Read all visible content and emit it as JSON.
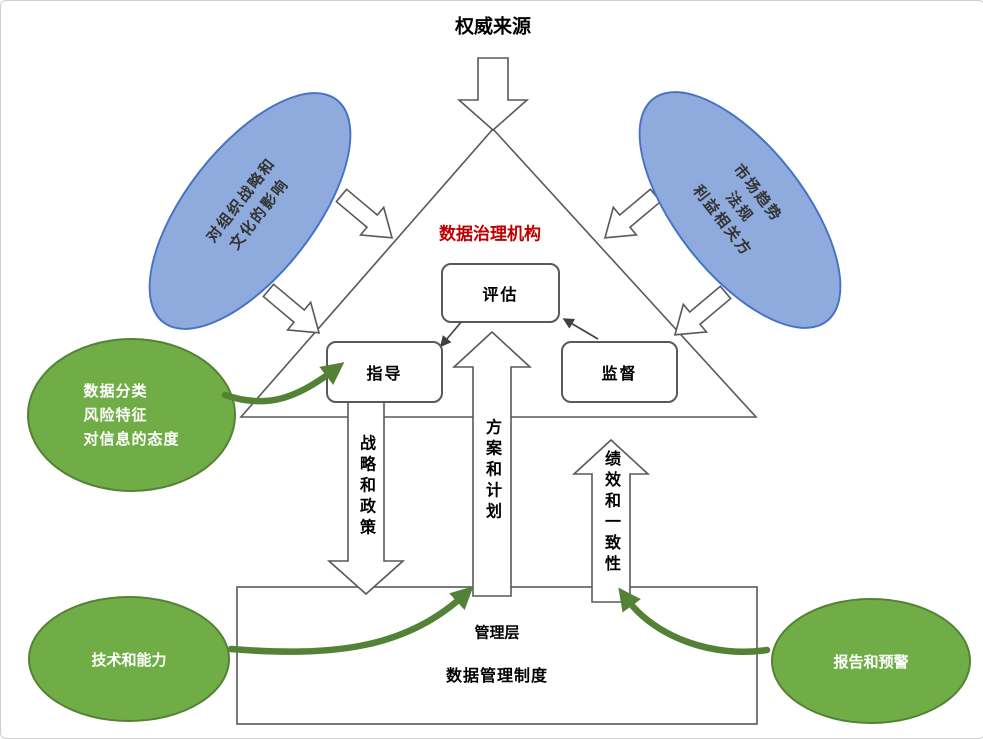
{
  "title": "权威来源",
  "governance": {
    "label": "数据治理机构",
    "evaluate": "评估",
    "guide": "指导",
    "supervise": "监督"
  },
  "flows": {
    "strategy": "战略和政策",
    "plan": "方案和计划",
    "performance": "绩效和一致性"
  },
  "influences": {
    "org_impact": "对组织战略和\n文化的影响",
    "market": "市场趋势\n法规\n利益相关方"
  },
  "inputs": {
    "data_profile": "数据分类\n风险特征\n对信息的态度",
    "tech": "技术和能力",
    "report": "报告和预警"
  },
  "management": {
    "layer": "管理层",
    "system": "数据管理制度"
  },
  "colors": {
    "blue_fill": "#8faadc",
    "blue_border": "#4472c4",
    "green_fill": "#70ad47",
    "green_border": "#548235",
    "arrow_green": "#538135",
    "shape_border": "#595959",
    "red_label": "#c00000"
  }
}
